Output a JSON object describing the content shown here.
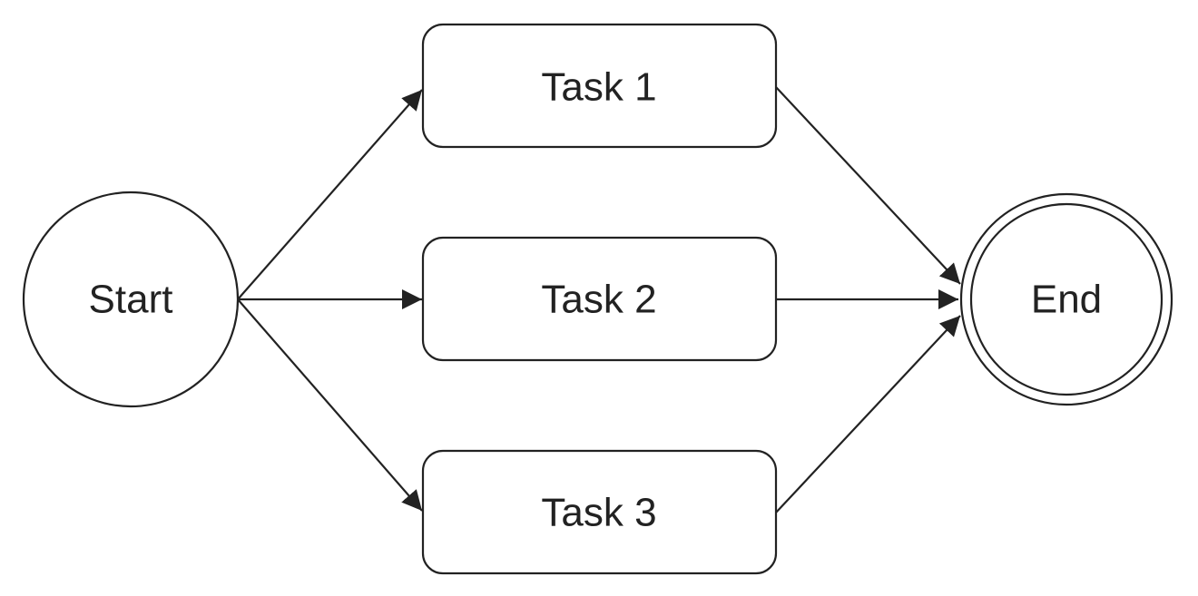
{
  "nodes": {
    "start": {
      "label": "Start",
      "shape": "circle"
    },
    "task1": {
      "label": "Task 1",
      "shape": "rounded-rect"
    },
    "task2": {
      "label": "Task 2",
      "shape": "rounded-rect"
    },
    "task3": {
      "label": "Task 3",
      "shape": "rounded-rect"
    },
    "end": {
      "label": "End",
      "shape": "double-circle"
    }
  },
  "edges": [
    {
      "from": "Start",
      "to": "Task 1"
    },
    {
      "from": "Start",
      "to": "Task 2"
    },
    {
      "from": "Start",
      "to": "Task 3"
    },
    {
      "from": "Task 1",
      "to": "End"
    },
    {
      "from": "Task 2",
      "to": "End"
    },
    {
      "from": "Task 3",
      "to": "End"
    }
  ],
  "colors": {
    "stroke": "#222222",
    "fill": "#ffffff",
    "text": "#222222"
  }
}
